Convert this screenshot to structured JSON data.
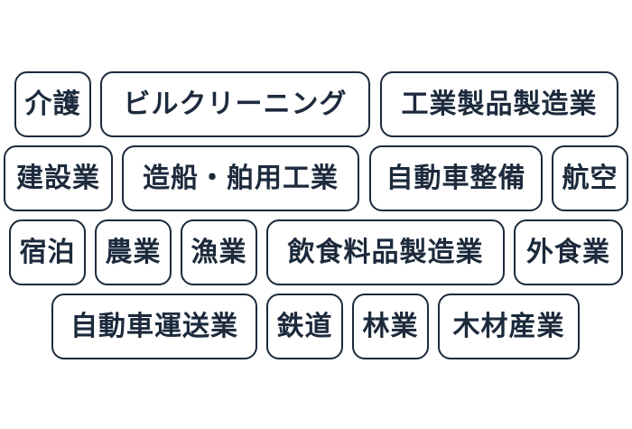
{
  "tags": [
    "介護",
    "ビルクリーニング",
    "工業製品製造業",
    "建設業",
    "造船・舶用工業",
    "自動車整備",
    "航空",
    "宿泊",
    "農業",
    "漁業",
    "飲食料品製造業",
    "外食業",
    "自動車運送業",
    "鉄道",
    "林業",
    "木材産業"
  ],
  "colors": {
    "border": "#1c2a3c",
    "text": "#1c2a3c",
    "background": "#ffffff"
  }
}
